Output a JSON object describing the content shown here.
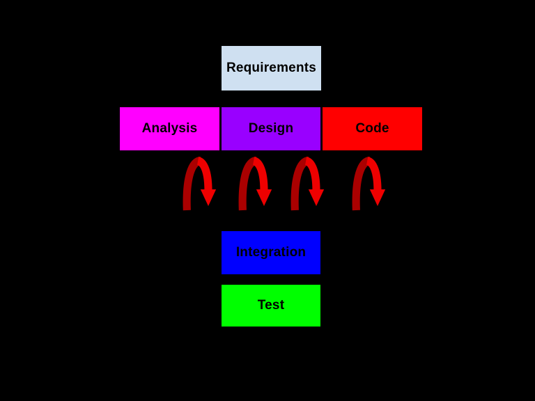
{
  "diagram": {
    "title_hint": "software process flow diagram",
    "background_color": "#000000",
    "boxes": {
      "requirements": {
        "label": "Requirements",
        "fill": "#cfe0f1",
        "text_color": "#000000"
      },
      "analysis": {
        "label": "Analysis",
        "fill": "#ff00ff",
        "text_color": "#000000"
      },
      "design": {
        "label": "Design",
        "fill": "#9900ff",
        "text_color": "#000000"
      },
      "code": {
        "label": "Code",
        "fill": "#ff0000",
        "text_color": "#000000"
      },
      "integration": {
        "label": "Integration",
        "fill": "#0000ff",
        "text_color": "#000000"
      },
      "test": {
        "label": "Test",
        "fill": "#00ff00",
        "text_color": "#000000"
      }
    },
    "arrows": {
      "count": 4,
      "shape": "arched-loop-pointing-down",
      "front_color": "#ee0000",
      "back_color": "#aa0000"
    }
  }
}
